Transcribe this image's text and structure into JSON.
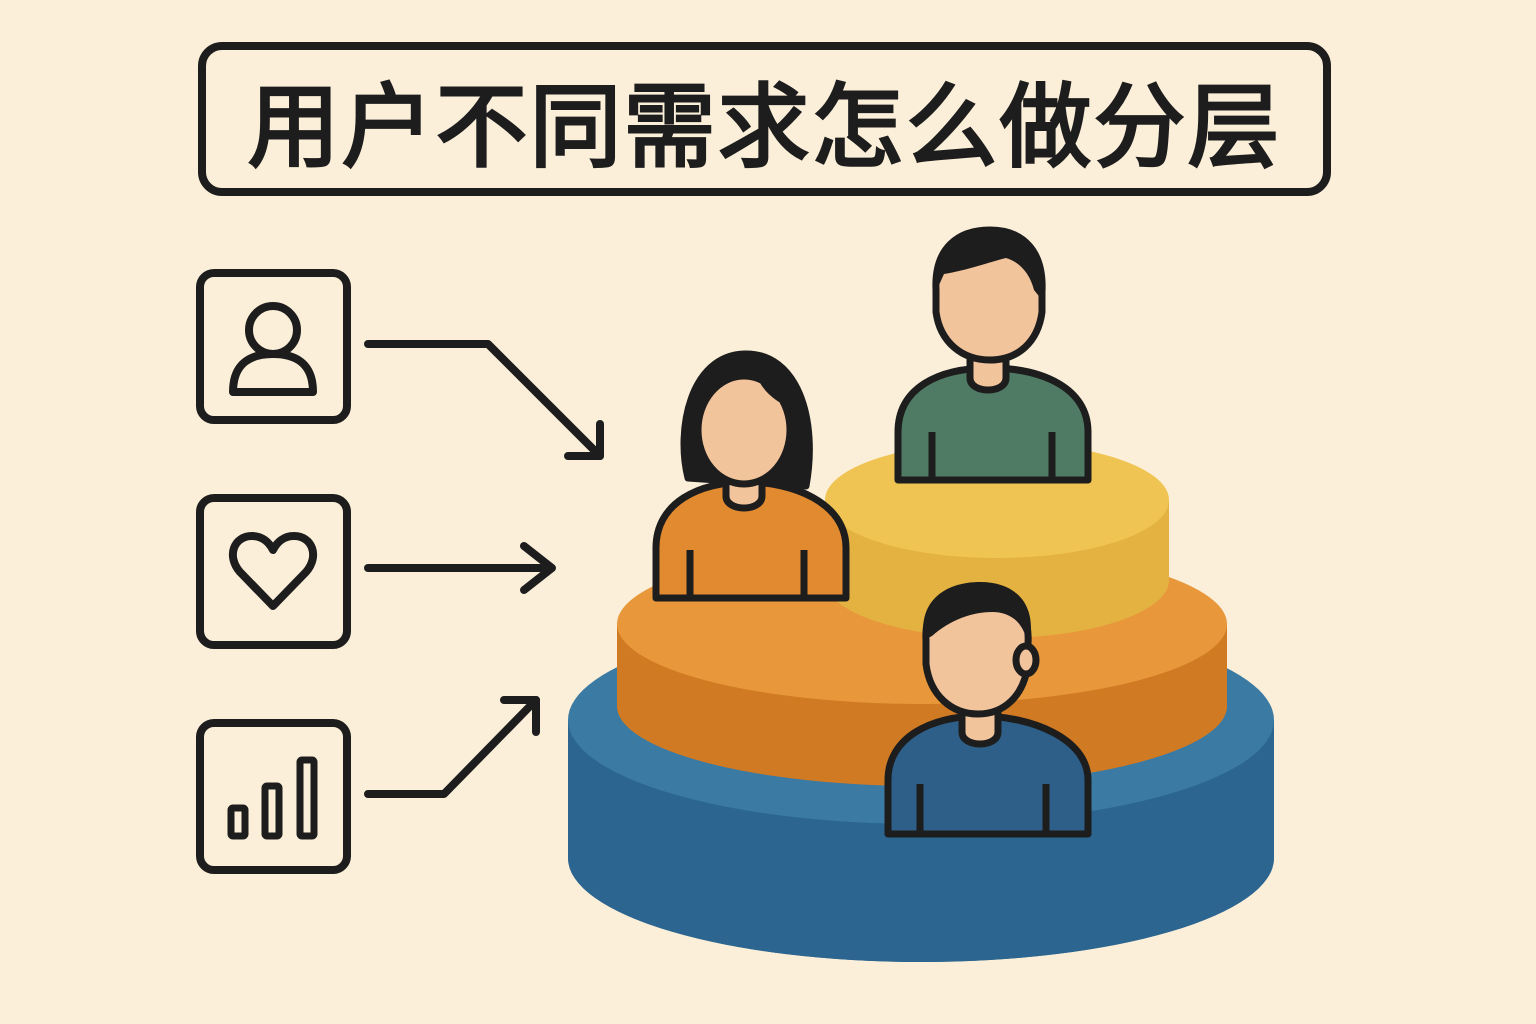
{
  "title": "用户不同需求怎么做分层",
  "icons": {
    "top": "user-icon",
    "middle": "heart-icon",
    "bottom": "bar-chart-icon"
  },
  "layers": [
    {
      "tier": "top",
      "color": "#e8b84a"
    },
    {
      "tier": "middle",
      "color": "#e08a2e"
    },
    {
      "tier": "bottom",
      "color": "#2c6690"
    }
  ],
  "people": [
    {
      "role": "woman",
      "shirt_color": "#e28a2f"
    },
    {
      "role": "man-top",
      "shirt_color": "#4f7a63"
    },
    {
      "role": "man-bottom",
      "shirt_color": "#2d5f89"
    }
  ],
  "colors": {
    "background": "#fbefd9",
    "outline": "#1d1d1d",
    "skin": "#f2c49c",
    "hair": "#1d1d1d"
  }
}
